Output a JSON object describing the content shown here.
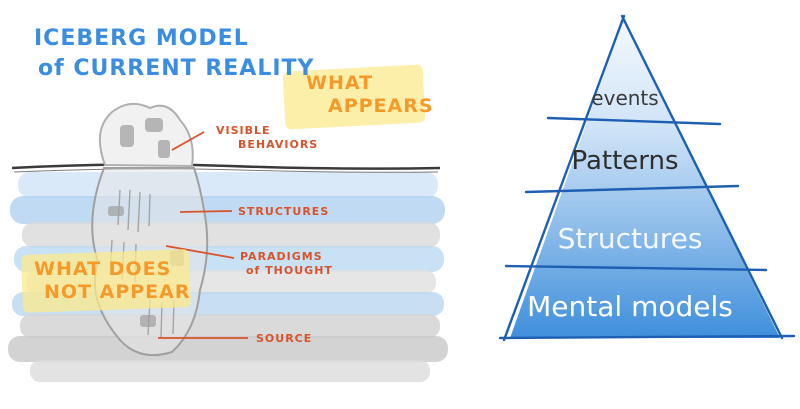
{
  "iceberg": {
    "title_line1": "ICEBERG MODEL",
    "title_line2": "of CURRENT REALITY",
    "what_appears_line1": "WHAT",
    "what_appears_line2": "APPEARS",
    "what_not_line1": "WHAT DOES",
    "what_not_line2": "NOT APPEAR",
    "labels": {
      "visible_line1": "VISIBLE",
      "visible_line2": "BEHAVIORS",
      "structures": "STRUCTURES",
      "paradigms_line1": "PARADIGMS",
      "paradigms_line2": "of THOUGHT",
      "source": "SOURCE"
    }
  },
  "pyramid": {
    "levels": [
      "events",
      "Patterns",
      "Structures",
      "Mental models"
    ]
  },
  "colors": {
    "blue_title": "#3a8de0",
    "orange": "#f59a2a",
    "label_red": "#d9532a",
    "highlight": "#fbe98c",
    "water_blue": "#a9cdee",
    "pyramid_top": "#eef5fd",
    "pyramid_bottom": "#3f8fdc",
    "outline": "#1e5fb3"
  }
}
